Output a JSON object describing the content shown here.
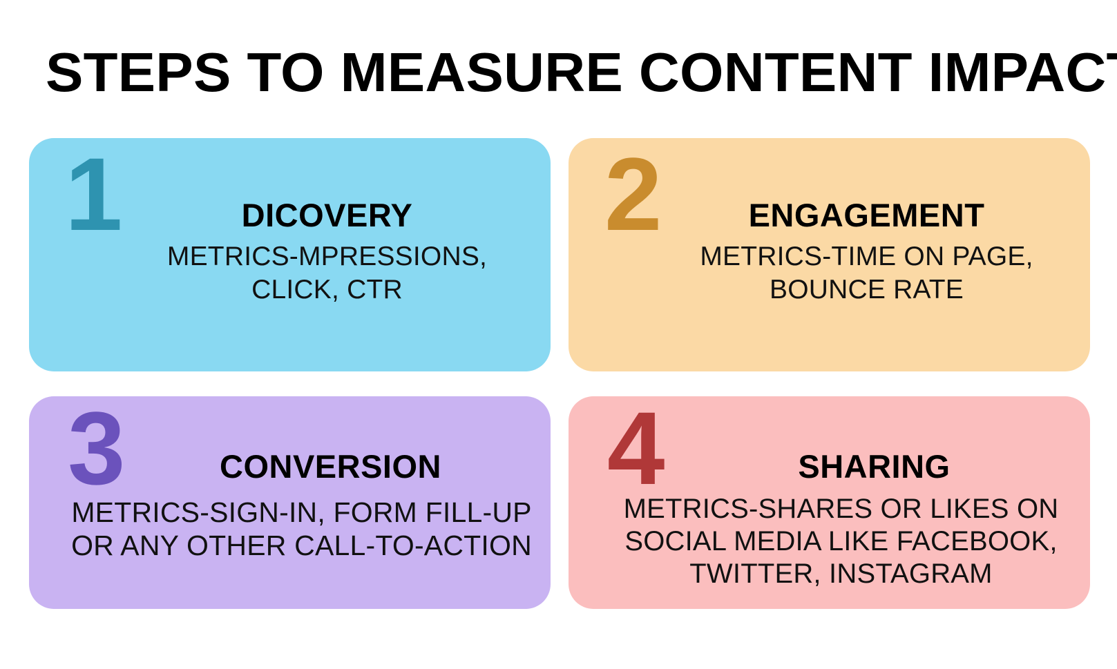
{
  "page": {
    "title": "STEPS TO MEASURE CONTENT IMPACT",
    "background_color": "#FFFFFF",
    "text_color": "#000000"
  },
  "cards": [
    {
      "number": "1",
      "heading": "DICOVERY",
      "body": "METRICS-MPRESSIONS,\nCLICK, CTR",
      "bg_color": "#89D9F2",
      "number_color": "#2E93B0"
    },
    {
      "number": "2",
      "heading": "ENGAGEMENT",
      "body": "METRICS-TIME ON PAGE,\nBOUNCE RATE",
      "bg_color": "#FBD9A5",
      "number_color": "#C98C2E"
    },
    {
      "number": "3",
      "heading": "CONVERSION",
      "body": "METRICS-SIGN-IN, FORM FILL-UP\nOR ANY OTHER CALL-TO-ACTION",
      "bg_color": "#C9B3F2",
      "number_color": "#6B52BC"
    },
    {
      "number": "4",
      "heading": "SHARING",
      "body": "METRICS-SHARES OR LIKES ON\nSOCIAL MEDIA LIKE FACEBOOK,\nTWITTER, INSTAGRAM",
      "bg_color": "#FBBEBE",
      "number_color": "#B03838"
    }
  ]
}
